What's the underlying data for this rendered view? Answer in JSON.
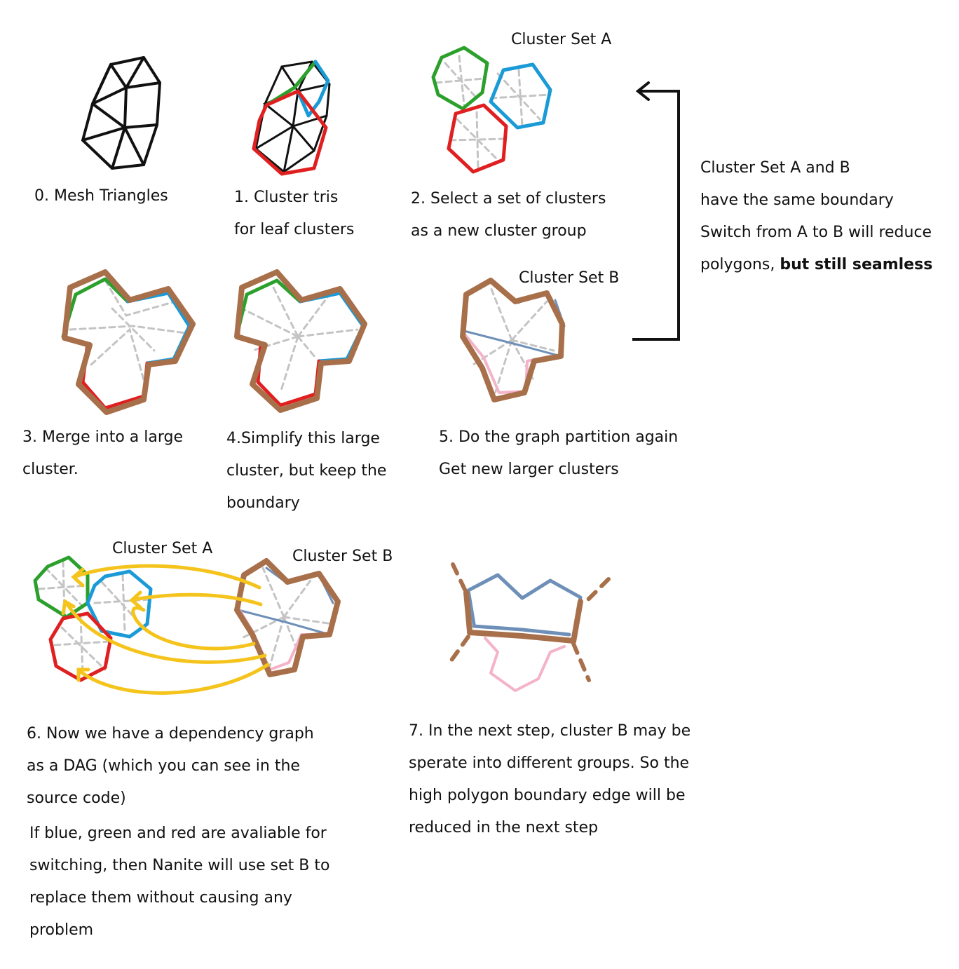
{
  "steps": {
    "s0": [
      "0. Mesh Triangles"
    ],
    "s1": [
      "1. Cluster tris",
      "for leaf clusters"
    ],
    "s2": [
      "2. Select a set of clusters",
      "as a new cluster group"
    ],
    "s3": [
      "3. Merge into a large",
      "cluster."
    ],
    "s4": [
      "4.Simplify this large",
      "cluster, but keep the",
      "boundary"
    ],
    "s5": [
      "5. Do the graph partition again",
      "Get new larger clusters"
    ],
    "s6": [
      "6. Now we have a dependency graph",
      "as a DAG (which you can see in the",
      "source code)"
    ],
    "s6b": [
      "If blue, green and red are avaliable for",
      "switching, then Nanite will use set B to",
      "replace them without causing any",
      "problem"
    ],
    "s7": [
      "7. In the next step, cluster B may be",
      "sperate into different groups. So the",
      "high polygon boundary edge will be",
      "reduced in the next step"
    ]
  },
  "note": {
    "lines": [
      "Cluster Set A and B",
      "have the same boundary",
      "Switch from A to B will reduce"
    ],
    "last_plain": "polygons, ",
    "last_bold": "but still seamless"
  },
  "labels": {
    "set_a_top": "Cluster Set A",
    "set_b_mid": "Cluster Set B",
    "set_a_bottom": "Cluster Set A",
    "set_b_bottom": "Cluster Set B"
  },
  "colors": {
    "green": "#2ca02c",
    "blue": "#1a9ad6",
    "red": "#e02020",
    "brown": "#a8704a",
    "pink": "#f4b3c8",
    "slate_blue": "#6e8fb8",
    "yellow": "#f5c41c",
    "grey": "#c4c4c4"
  }
}
